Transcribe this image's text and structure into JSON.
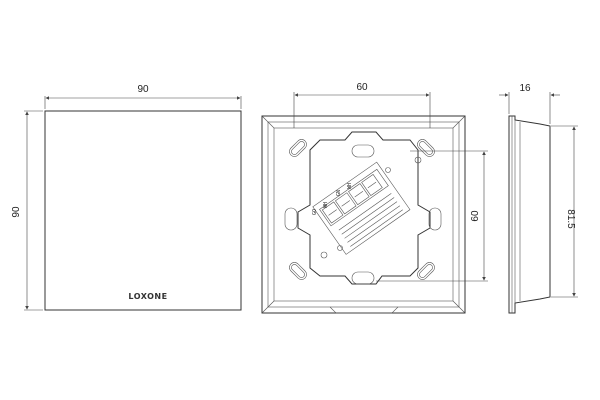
{
  "front_view": {
    "width_label": "90",
    "height_label": "90",
    "brand_label": "LOXONE"
  },
  "back_view": {
    "width_label": "60",
    "height_label": "60",
    "terminal_labels": [
      "GO",
      "WH",
      "GN",
      "WH"
    ]
  },
  "side_view": {
    "depth_label": "16",
    "height_label": "81.5"
  }
}
